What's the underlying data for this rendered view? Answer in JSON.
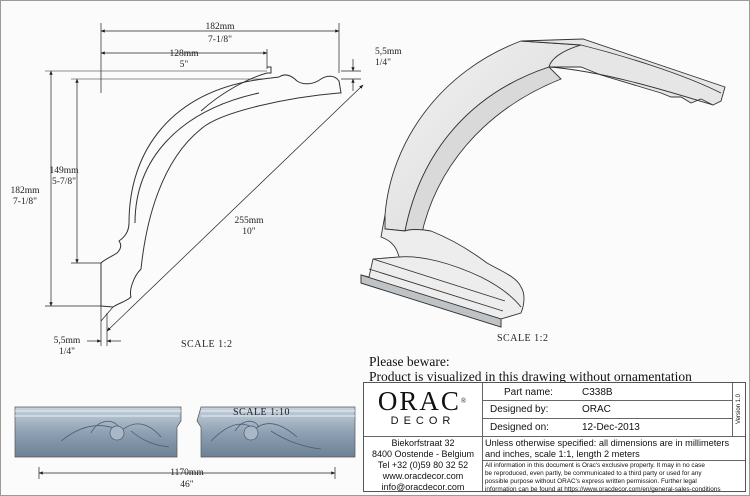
{
  "profile_dims": {
    "overall_width_mm": "182mm",
    "overall_width_in": "7-1/8\"",
    "inner_width_mm": "128mm",
    "inner_width_in": "5\"",
    "top_step_mm": "5,5mm",
    "top_step_in": "1/4\"",
    "inner_height_mm": "149mm",
    "inner_height_in": "5-7/8\"",
    "overall_height_mm": "182mm",
    "overall_height_in": "7-1/8\"",
    "diagonal_mm": "255mm",
    "diagonal_in": "10\"",
    "bottom_step_mm": "5,5mm",
    "bottom_step_in": "1/4\"",
    "scale": "SCALE  1:2"
  },
  "perspective_view": {
    "scale": "SCALE  1:2"
  },
  "ornament_view": {
    "length_mm": "1170mm",
    "length_in": "46\"",
    "scale": "SCALE  1:10"
  },
  "notice": {
    "line1": "Please beware:",
    "line2": "Product is visualized in this drawing without ornamentation"
  },
  "title_block": {
    "logo_main": "ORAC",
    "logo_sub": "DECOR",
    "logo_mark": "®",
    "address_street": "Biekorfstraat 32",
    "address_city": "8400 Oostende - Belgium",
    "phone": "Tel  +32 (0)59 80 32 52",
    "website": "www.oracdecor.com",
    "email": "info@oracdecor.com",
    "part_label": "Part name:",
    "part_value": "C338B",
    "designed_by_label": "Designed by:",
    "designed_by_value": "ORAC",
    "designed_on_label": "Designed on:",
    "designed_on_value": "12-Dec-2013",
    "version": "Version 1.0",
    "spec_line1": "Unless otherwise specified: all dimensions are in millimeters",
    "spec_line2": "and inches, scale 1:1, length 2 meters",
    "legal_line1": "All information in this document is Orac's exclusive property.  It may in no case",
    "legal_line2": "be reproduced, even partly, be communicated to a third party or used for any",
    "legal_line3": "possible purpose without ORAC's express written permission. Further legal",
    "legal_line4": "information can be found at https://www.oracdecor.com/en/general-sales-conditions"
  },
  "colors": {
    "line": "#333333",
    "shade": "#cfd2d4",
    "ornament": "#9aa9b8"
  }
}
